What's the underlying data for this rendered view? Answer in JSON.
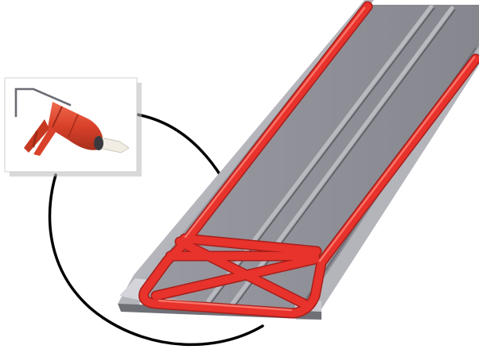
{
  "figure": {
    "background": "#ffffff",
    "colors": {
      "caulk_bead": "#e8322c",
      "caulk_bead_highlight": "#ff7a6e",
      "channel_metal": "#8e8e96",
      "channel_metal_dark": "#55555c",
      "channel_metal_light": "#c3c3c9",
      "callout_circle": "#000000",
      "gun_body": "#d9412a",
      "gun_body_dark": "#9e2a18",
      "gun_rod": "#6b6b73",
      "nozzle": "#f2ede4",
      "inset_frame_shadow": "#b9b9b9"
    },
    "icons": [
      "caulking-gun",
      "metal-channel",
      "caulk-bead-pattern",
      "callout-circle"
    ]
  }
}
